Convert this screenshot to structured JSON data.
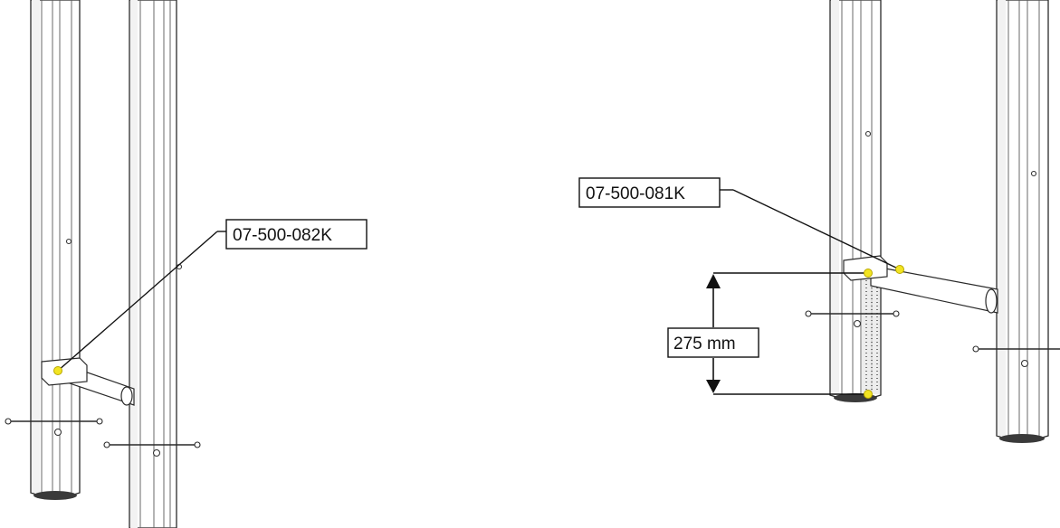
{
  "callouts": {
    "left_part": "07-500-082K",
    "right_part": "07-500-081K",
    "dimension": "275 mm"
  },
  "colors": {
    "marker": "#f2e422",
    "marker_outline": "#b9a800",
    "line": "#111111"
  }
}
